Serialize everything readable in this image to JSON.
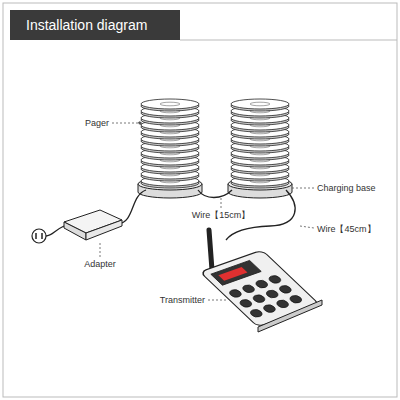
{
  "diagram": {
    "title": "Installation diagram",
    "labels": [
      "Pager",
      "Charging base",
      "Wire【15cm】",
      "Wire【45cm】",
      "Adapter",
      "Transmitter"
    ]
  }
}
